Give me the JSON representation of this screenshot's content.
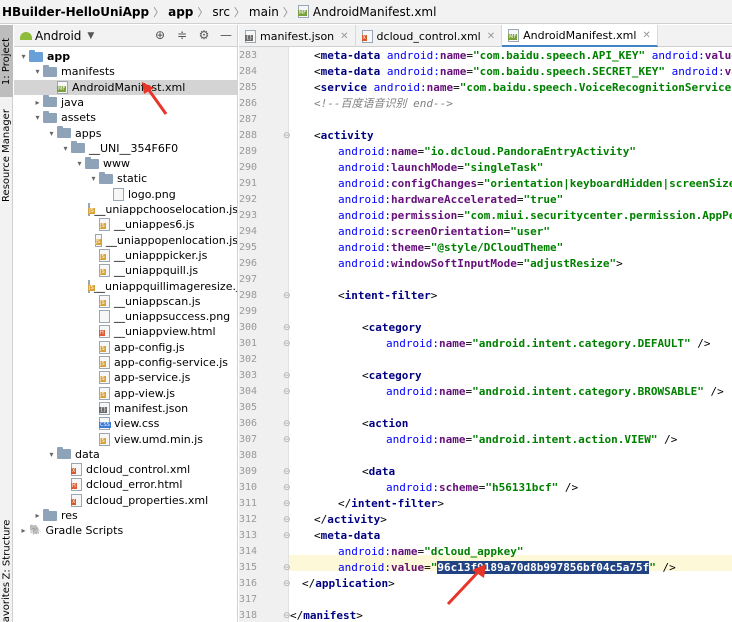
{
  "breadcrumb": [
    {
      "label": "HBuilder-HelloUniApp",
      "bold": true
    },
    {
      "label": "app",
      "bold": true
    },
    {
      "label": "src",
      "bold": false
    },
    {
      "label": "main",
      "bold": false
    },
    {
      "label": "AndroidManifest.xml",
      "bold": false,
      "icon": "manifest-file-icon"
    }
  ],
  "side_strip": {
    "project_label": "1: Project",
    "resource_label": "Resource Manager",
    "structure_label": "Z: Structure",
    "favorites_label": "Favorites"
  },
  "panel": {
    "view_label": "Android",
    "tools": [
      "target-icon",
      "collapse-icon",
      "gear-icon",
      "minimize-icon"
    ]
  },
  "tree": [
    {
      "label": "app",
      "depth": 0,
      "arrow": "▾",
      "icon": "folder-blue",
      "bold": true
    },
    {
      "label": "manifests",
      "depth": 1,
      "arrow": "▾",
      "icon": "folder"
    },
    {
      "label": "AndroidManifest.xml",
      "depth": 2,
      "arrow": "",
      "icon": "mf",
      "selected": true
    },
    {
      "label": "java",
      "depth": 1,
      "arrow": "▸",
      "icon": "folder"
    },
    {
      "label": "assets",
      "depth": 1,
      "arrow": "▾",
      "icon": "folder"
    },
    {
      "label": "apps",
      "depth": 2,
      "arrow": "▾",
      "icon": "folder"
    },
    {
      "label": "__UNI__354F6F0",
      "depth": 3,
      "arrow": "▾",
      "icon": "folder"
    },
    {
      "label": "www",
      "depth": 4,
      "arrow": "▾",
      "icon": "folder"
    },
    {
      "label": "static",
      "depth": 5,
      "arrow": "▾",
      "icon": "folder"
    },
    {
      "label": "logo.png",
      "depth": 6,
      "arrow": "",
      "icon": "png"
    },
    {
      "label": "__uniappchooselocation.js",
      "depth": 5,
      "arrow": "",
      "icon": "js"
    },
    {
      "label": "__uniappes6.js",
      "depth": 5,
      "arrow": "",
      "icon": "js"
    },
    {
      "label": "__uniappopenlocation.js",
      "depth": 5,
      "arrow": "",
      "icon": "js"
    },
    {
      "label": "__uniapppicker.js",
      "depth": 5,
      "arrow": "",
      "icon": "js"
    },
    {
      "label": "__uniappquill.js",
      "depth": 5,
      "arrow": "",
      "icon": "js"
    },
    {
      "label": "__uniappquillimageresize.js",
      "depth": 5,
      "arrow": "",
      "icon": "js"
    },
    {
      "label": "__uniappscan.js",
      "depth": 5,
      "arrow": "",
      "icon": "js"
    },
    {
      "label": "__uniappsuccess.png",
      "depth": 5,
      "arrow": "",
      "icon": "png"
    },
    {
      "label": "__uniappview.html",
      "depth": 5,
      "arrow": "",
      "icon": "html"
    },
    {
      "label": "app-config.js",
      "depth": 5,
      "arrow": "",
      "icon": "js"
    },
    {
      "label": "app-config-service.js",
      "depth": 5,
      "arrow": "",
      "icon": "js"
    },
    {
      "label": "app-service.js",
      "depth": 5,
      "arrow": "",
      "icon": "js"
    },
    {
      "label": "app-view.js",
      "depth": 5,
      "arrow": "",
      "icon": "js"
    },
    {
      "label": "manifest.json",
      "depth": 5,
      "arrow": "",
      "icon": "json"
    },
    {
      "label": "view.css",
      "depth": 5,
      "arrow": "",
      "icon": "css"
    },
    {
      "label": "view.umd.min.js",
      "depth": 5,
      "arrow": "",
      "icon": "js"
    },
    {
      "label": "data",
      "depth": 2,
      "arrow": "▾",
      "icon": "folder"
    },
    {
      "label": "dcloud_control.xml",
      "depth": 3,
      "arrow": "",
      "icon": "xml"
    },
    {
      "label": "dcloud_error.html",
      "depth": 3,
      "arrow": "",
      "icon": "html"
    },
    {
      "label": "dcloud_properties.xml",
      "depth": 3,
      "arrow": "",
      "icon": "xml"
    },
    {
      "label": "res",
      "depth": 1,
      "arrow": "▸",
      "icon": "folder"
    },
    {
      "label": "Gradle Scripts",
      "depth": 0,
      "arrow": "▸",
      "icon": "gradle"
    }
  ],
  "tabs": [
    {
      "label": "manifest.json",
      "icon": "json",
      "active": false
    },
    {
      "label": "dcloud_control.xml",
      "icon": "xml",
      "active": false
    },
    {
      "label": "AndroidManifest.xml",
      "icon": "mf",
      "active": true
    }
  ],
  "lines": [
    {
      "n": "283",
      "indent": 4,
      "tokens": [
        [
          "t",
          "<"
        ],
        [
          "tag",
          "meta-data "
        ],
        [
          "ns",
          "android:"
        ],
        [
          "attr",
          "name"
        ],
        [
          "t",
          "="
        ],
        [
          "str",
          "\"com.baidu.speech.API_KEY\""
        ],
        [
          "t",
          " "
        ],
        [
          "ns",
          "android:"
        ],
        [
          "attr",
          "value"
        ],
        [
          "t",
          "="
        ]
      ]
    },
    {
      "n": "284",
      "indent": 4,
      "tokens": [
        [
          "t",
          "<"
        ],
        [
          "tag",
          "meta-data "
        ],
        [
          "ns",
          "android:"
        ],
        [
          "attr",
          "name"
        ],
        [
          "t",
          "="
        ],
        [
          "str",
          "\"com.baidu.speech.SECRET_KEY\""
        ],
        [
          "t",
          " "
        ],
        [
          "ns",
          "android:"
        ],
        [
          "attr",
          "val"
        ]
      ]
    },
    {
      "n": "285",
      "indent": 4,
      "tokens": [
        [
          "t",
          "<"
        ],
        [
          "tag",
          "service "
        ],
        [
          "ns",
          "android:"
        ],
        [
          "attr",
          "name"
        ],
        [
          "t",
          "="
        ],
        [
          "str",
          "\"com.baidu.speech.VoiceRecognitionService\""
        ]
      ]
    },
    {
      "n": "286",
      "indent": 4,
      "tokens": [
        [
          "com",
          "<!--百度语音识别 end-->"
        ]
      ]
    },
    {
      "n": "287",
      "indent": 0,
      "tokens": []
    },
    {
      "n": "288",
      "indent": 4,
      "tokens": [
        [
          "t",
          "<"
        ],
        [
          "tag",
          "activity"
        ]
      ],
      "marker": "⊖"
    },
    {
      "n": "289",
      "indent": 8,
      "tokens": [
        [
          "ns",
          "android:"
        ],
        [
          "attr",
          "name"
        ],
        [
          "t",
          "="
        ],
        [
          "str",
          "\"io.dcloud.PandoraEntryActivity\""
        ]
      ]
    },
    {
      "n": "290",
      "indent": 8,
      "tokens": [
        [
          "ns",
          "android:"
        ],
        [
          "attr",
          "launchMode"
        ],
        [
          "t",
          "="
        ],
        [
          "str",
          "\"singleTask\""
        ]
      ]
    },
    {
      "n": "291",
      "indent": 8,
      "tokens": [
        [
          "ns",
          "android:"
        ],
        [
          "attr",
          "configChanges"
        ],
        [
          "t",
          "="
        ],
        [
          "str",
          "\"orientation|keyboardHidden|screenSize|"
        ]
      ]
    },
    {
      "n": "292",
      "indent": 8,
      "tokens": [
        [
          "ns",
          "android:"
        ],
        [
          "attr",
          "hardwareAccelerated"
        ],
        [
          "t",
          "="
        ],
        [
          "str",
          "\"true\""
        ]
      ]
    },
    {
      "n": "293",
      "indent": 8,
      "tokens": [
        [
          "ns",
          "android:"
        ],
        [
          "attr",
          "permission"
        ],
        [
          "t",
          "="
        ],
        [
          "str",
          "\"com.miui.securitycenter.permission.AppPer"
        ]
      ]
    },
    {
      "n": "294",
      "indent": 8,
      "tokens": [
        [
          "ns",
          "android:"
        ],
        [
          "attr",
          "screenOrientation"
        ],
        [
          "t",
          "="
        ],
        [
          "str",
          "\"user\""
        ]
      ]
    },
    {
      "n": "295",
      "indent": 8,
      "tokens": [
        [
          "ns",
          "android:"
        ],
        [
          "attr",
          "theme"
        ],
        [
          "t",
          "="
        ],
        [
          "str",
          "\"@style/DCloudTheme\""
        ]
      ]
    },
    {
      "n": "296",
      "indent": 8,
      "tokens": [
        [
          "ns",
          "android:"
        ],
        [
          "attr",
          "windowSoftInputMode"
        ],
        [
          "t",
          "="
        ],
        [
          "str",
          "\"adjustResize\""
        ],
        [
          "t",
          ">"
        ]
      ]
    },
    {
      "n": "297",
      "indent": 0,
      "tokens": []
    },
    {
      "n": "298",
      "indent": 8,
      "tokens": [
        [
          "t",
          "<"
        ],
        [
          "tag",
          "intent-filter"
        ],
        [
          "t",
          ">"
        ]
      ],
      "marker": "⊖"
    },
    {
      "n": "299",
      "indent": 0,
      "tokens": []
    },
    {
      "n": "300",
      "indent": 12,
      "tokens": [
        [
          "t",
          "<"
        ],
        [
          "tag",
          "category"
        ]
      ],
      "marker": "⊖"
    },
    {
      "n": "301",
      "indent": 16,
      "tokens": [
        [
          "ns",
          "android:"
        ],
        [
          "attr",
          "name"
        ],
        [
          "t",
          "="
        ],
        [
          "str",
          "\"android.intent.category.DEFAULT\""
        ],
        [
          "t",
          " />"
        ]
      ],
      "marker": "⊖"
    },
    {
      "n": "302",
      "indent": 0,
      "tokens": []
    },
    {
      "n": "303",
      "indent": 12,
      "tokens": [
        [
          "t",
          "<"
        ],
        [
          "tag",
          "category"
        ]
      ],
      "marker": "⊖"
    },
    {
      "n": "304",
      "indent": 16,
      "tokens": [
        [
          "ns",
          "android:"
        ],
        [
          "attr",
          "name"
        ],
        [
          "t",
          "="
        ],
        [
          "str",
          "\"android.intent.category.BROWSABLE\""
        ],
        [
          "t",
          " />"
        ]
      ],
      "marker": "⊖"
    },
    {
      "n": "305",
      "indent": 0,
      "tokens": []
    },
    {
      "n": "306",
      "indent": 12,
      "tokens": [
        [
          "t",
          "<"
        ],
        [
          "tag",
          "action"
        ]
      ],
      "marker": "⊖"
    },
    {
      "n": "307",
      "indent": 16,
      "tokens": [
        [
          "ns",
          "android:"
        ],
        [
          "attr",
          "name"
        ],
        [
          "t",
          "="
        ],
        [
          "str",
          "\"android.intent.action.VIEW\""
        ],
        [
          "t",
          " />"
        ]
      ],
      "marker": "⊖"
    },
    {
      "n": "308",
      "indent": 0,
      "tokens": []
    },
    {
      "n": "309",
      "indent": 12,
      "tokens": [
        [
          "t",
          "<"
        ],
        [
          "tag",
          "data"
        ]
      ],
      "marker": "⊖"
    },
    {
      "n": "310",
      "indent": 16,
      "tokens": [
        [
          "ns",
          "android:"
        ],
        [
          "attr",
          "scheme"
        ],
        [
          "t",
          "="
        ],
        [
          "str",
          "\"h56131bcf\""
        ],
        [
          "t",
          " />"
        ]
      ],
      "marker": "⊖"
    },
    {
      "n": "311",
      "indent": 8,
      "tokens": [
        [
          "t",
          "</"
        ],
        [
          "tag",
          "intent-filter"
        ],
        [
          "t",
          ">"
        ]
      ],
      "marker": "⊖"
    },
    {
      "n": "312",
      "indent": 4,
      "tokens": [
        [
          "t",
          "</"
        ],
        [
          "tag",
          "activity"
        ],
        [
          "t",
          ">"
        ]
      ],
      "marker": "⊖"
    },
    {
      "n": "313",
      "indent": 4,
      "tokens": [
        [
          "t",
          "<"
        ],
        [
          "tag",
          "meta-data"
        ]
      ],
      "marker": "⊖"
    },
    {
      "n": "314",
      "indent": 8,
      "tokens": [
        [
          "ns",
          "android:"
        ],
        [
          "attr",
          "name"
        ],
        [
          "t",
          "="
        ],
        [
          "str",
          "\"dcloud_appkey\""
        ]
      ]
    },
    {
      "n": "315",
      "indent": 8,
      "tokens": [
        [
          "ns",
          "android:"
        ],
        [
          "attr",
          "value"
        ],
        [
          "t",
          "="
        ],
        [
          "str",
          "\""
        ],
        [
          "sel",
          "96c13f9189a70d8b997856bf04c5a75f"
        ],
        [
          "str",
          "\""
        ],
        [
          "t",
          " />"
        ]
      ],
      "marker": "⊖",
      "highlight": true
    },
    {
      "n": "316",
      "indent": 2,
      "tokens": [
        [
          "t",
          "</"
        ],
        [
          "tag",
          "application"
        ],
        [
          "t",
          ">"
        ]
      ],
      "marker": "⊖"
    },
    {
      "n": "317",
      "indent": 0,
      "tokens": []
    },
    {
      "n": "318",
      "indent": 0,
      "tokens": [
        [
          "t",
          "</"
        ],
        [
          "tag",
          "manifest"
        ],
        [
          "t",
          ">"
        ]
      ],
      "marker": "⊖"
    }
  ],
  "colors": {
    "accent": "#4083c9",
    "annotation_arrow": "#e8352a",
    "selection": "#214283"
  }
}
